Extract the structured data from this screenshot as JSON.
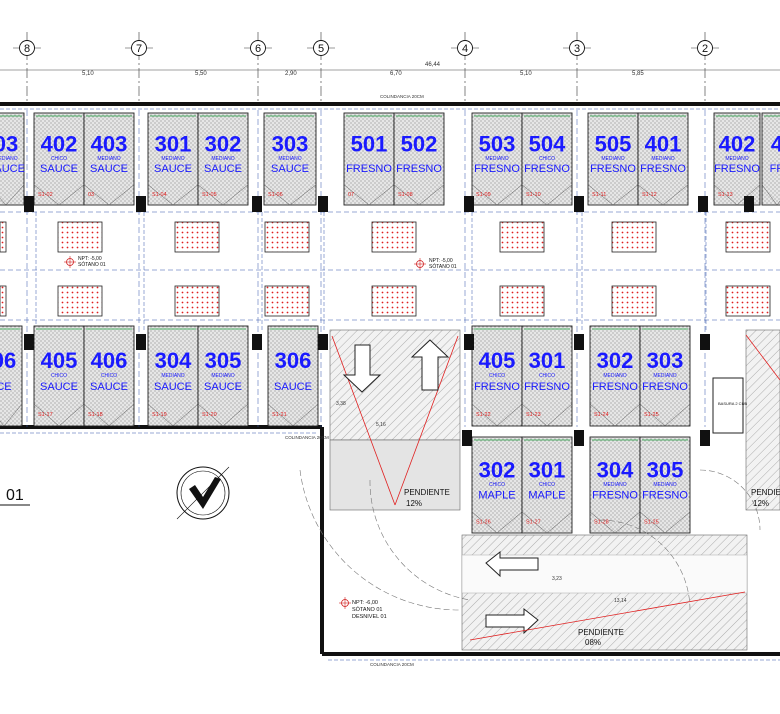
{
  "colors": {
    "number": "#1a1aff",
    "line": "#111111",
    "dash": "#3355aa",
    "red": "#e02020",
    "green": "#22a040",
    "hatch": "#9a9a9a"
  },
  "gridlines": [
    {
      "label": "8"
    },
    {
      "label": "7"
    },
    {
      "label": "6"
    },
    {
      "label": "5"
    },
    {
      "label": "4"
    },
    {
      "label": "3"
    },
    {
      "label": "2"
    }
  ],
  "dimensions": {
    "total": "46,44",
    "spans": [
      "5,10",
      "5,50",
      "2,90",
      "6,70",
      "5,10",
      "5,85"
    ]
  },
  "boundary_labels": {
    "top": "COLINDANCIA 20CM",
    "middle": "COLINDANCIA 20CM",
    "bottom": "COLINDANCIA 20CM"
  },
  "level_markers": [
    {
      "id": "npt-1",
      "lines": [
        "NPT: -5,00",
        "SÓTANO 01"
      ]
    },
    {
      "id": "npt-2",
      "lines": [
        "NPT: -5,00",
        "SÓTANO 01"
      ]
    },
    {
      "id": "npt-3",
      "lines": [
        "NPT: -6,00",
        "SÓTANO 01",
        "DESNIVEL 01"
      ]
    }
  ],
  "level_title": "01",
  "top_row": [
    {
      "num": "03",
      "name": "SAUCE",
      "size": "MEDIANO",
      "code": ""
    },
    {
      "num": "402",
      "name": "SAUCE",
      "size": "CHICO",
      "code": "S1-02"
    },
    {
      "num": "403",
      "name": "SAUCE",
      "size": "MEDIANO",
      "code": "03"
    },
    {
      "num": "301",
      "name": "SAUCE",
      "size": "MEDIANO",
      "code": "S1-04"
    },
    {
      "num": "302",
      "name": "SAUCE",
      "size": "MEDIANO",
      "code": "S1-05"
    },
    {
      "num": "303",
      "name": "SAUCE",
      "size": "MEDIANO",
      "code": "S1-06"
    },
    {
      "num": "501",
      "name": "FRESNO",
      "size": "",
      "code": "07"
    },
    {
      "num": "502",
      "name": "FRESNO",
      "size": "",
      "code": "S1-08"
    },
    {
      "num": "503",
      "name": "FRESNO",
      "size": "MEDIANO",
      "code": "S1-09"
    },
    {
      "num": "504",
      "name": "FRESNO",
      "size": "CHICO",
      "code": "S1-10"
    },
    {
      "num": "505",
      "name": "FRESNO",
      "size": "MEDIANO",
      "code": "S1-11"
    },
    {
      "num": "401",
      "name": "FRESNO",
      "size": "MEDIANO",
      "code": "S1-12"
    },
    {
      "num": "402",
      "name": "FRESNO",
      "size": "MEDIANO",
      "code": "S1-13"
    },
    {
      "num": "4",
      "name": "FR",
      "size": "",
      "code": ""
    }
  ],
  "mid_row": [
    {
      "num": "06",
      "name": "CE",
      "size": "",
      "code": ""
    },
    {
      "num": "405",
      "name": "SAUCE",
      "size": "CHICO",
      "code": "S1-17"
    },
    {
      "num": "406",
      "name": "SAUCE",
      "size": "CHICO",
      "code": "S1-18"
    },
    {
      "num": "304",
      "name": "SAUCE",
      "size": "MEDIANO",
      "code": "S1-19"
    },
    {
      "num": "305",
      "name": "SAUCE",
      "size": "MEDIANO",
      "code": "S1-20"
    },
    {
      "num": "306",
      "name": "SAUCE",
      "size": "",
      "code": "S1-21"
    },
    {
      "num": "405",
      "name": "FRESNO",
      "size": "CHICO",
      "code": "S1-22"
    },
    {
      "num": "301",
      "name": "FRESNO",
      "size": "CHICO",
      "code": "S1-23"
    },
    {
      "num": "302",
      "name": "FRESNO",
      "size": "MEDIANO",
      "code": "S1-24"
    },
    {
      "num": "303",
      "name": "FRESNO",
      "size": "MEDIANO",
      "code": "S1-25"
    }
  ],
  "low_row": [
    {
      "num": "302",
      "name": "MAPLE",
      "size": "CHICO",
      "code": "S1-26"
    },
    {
      "num": "301",
      "name": "MAPLE",
      "size": "CHICO",
      "code": "S1-27"
    },
    {
      "num": "304",
      "name": "FRESNO",
      "size": "MEDIANO",
      "code": "S1-28"
    },
    {
      "num": "305",
      "name": "FRESNO",
      "size": "MEDIANO",
      "code": "S1-25"
    }
  ],
  "ramps": [
    {
      "label": "PENDIENTE",
      "value": "12%"
    },
    {
      "label": "PENDIENTE",
      "value": "08%"
    },
    {
      "label": "PENDIE",
      "value": "12%"
    }
  ],
  "bin_label": "BASURA 2 CUB",
  "ramp_dims": {
    "a": "3,38",
    "b": "5,16",
    "c": "3,23",
    "d": "13,14"
  }
}
